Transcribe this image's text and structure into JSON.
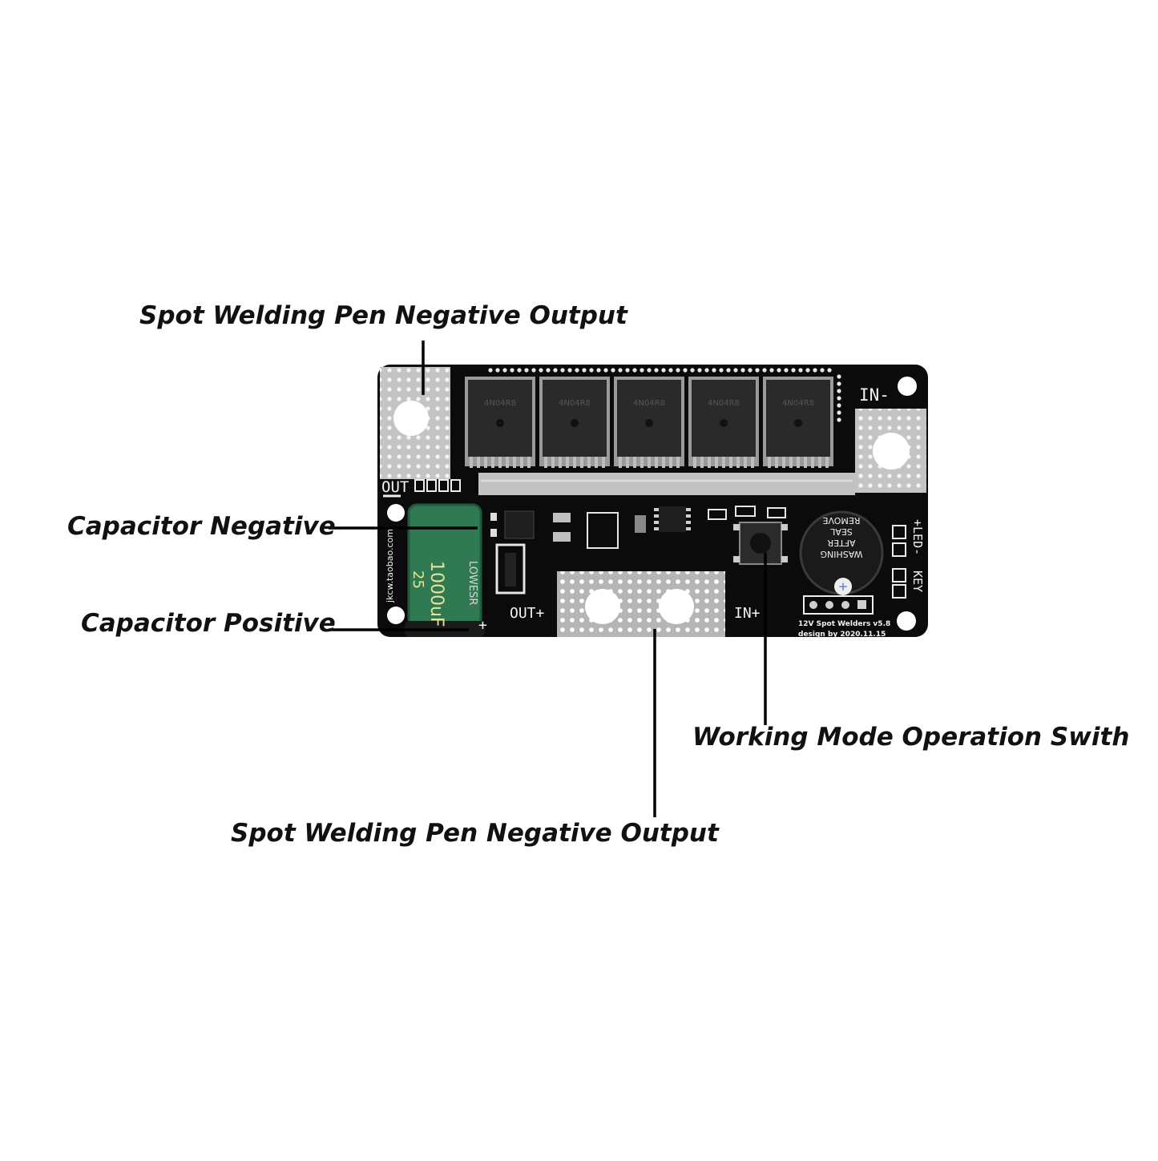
{
  "labels": {
    "top_left": "Spot Welding Pen Negative Output",
    "cap_negative": "Capacitor Negative",
    "cap_positive": "Capacitor Positive",
    "mode_switch": "Working Mode Operation Swith",
    "bottom": "Spot Welding Pen Negative Output"
  },
  "board": {
    "in_minus": "IN-",
    "in_plus": "IN+",
    "out_plus": "OUT+",
    "out_minus": "OUT",
    "key": "KEY",
    "led": "+LED-",
    "version_line1": "12V Spot Welders v5.8",
    "version_line2": "design by 2020.11.15",
    "side_text": "jkcw.taobao.com",
    "buzzer_line1": "REMOVE",
    "buzzer_line2": "SEAL",
    "buzzer_line3": "AFTER",
    "buzzer_line4": "WASHING",
    "cap_value": "1000uF",
    "cap_voltage": "25",
    "cap_brand": "LOWESR",
    "mosfet_marking": "4N04R8"
  },
  "colors": {
    "pcb": "#0b0b0b",
    "copper": "#bfbfbf",
    "capacitor": "#2f7a53",
    "mosfet": "#2a2a2a"
  }
}
